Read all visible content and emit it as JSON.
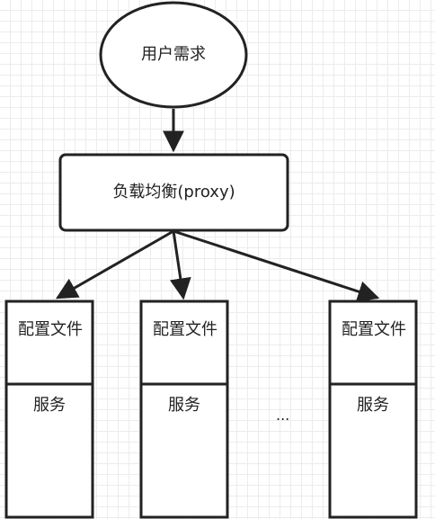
{
  "diagram": {
    "start_node": {
      "label": "用户需求"
    },
    "proxy_node": {
      "label": "负载均衡(proxy)"
    },
    "services": [
      {
        "top_label": "配置文件",
        "bottom_label": "服务"
      },
      {
        "top_label": "配置文件",
        "bottom_label": "服务"
      },
      {
        "top_label": "配置文件",
        "bottom_label": "服务"
      }
    ],
    "ellipsis": "..."
  }
}
